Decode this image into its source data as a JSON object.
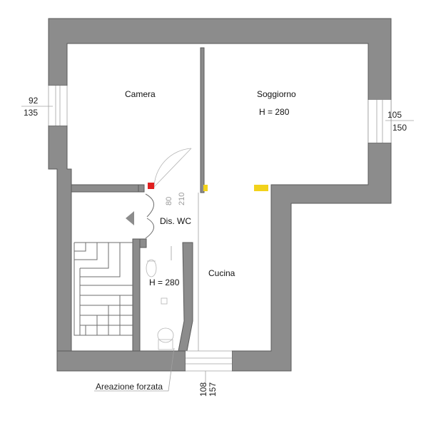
{
  "rooms": {
    "camera": "Camera",
    "soggiorno": "Soggiorno",
    "soggiorno_height": "H = 280",
    "dis_wc": "Dis. WC",
    "wc_height": "H = 280",
    "cucina": "Cucina"
  },
  "windows": {
    "left_width": "92",
    "left_height": "135",
    "right_width": "105",
    "right_height": "150",
    "bottom_width": "108",
    "bottom_height": "157"
  },
  "door": {
    "width": "80",
    "height": "210"
  },
  "notes": {
    "ventilation": "Areazione forzata"
  },
  "colors": {
    "wall": "#8c8c8c",
    "marker_red": "#e02020",
    "marker_yellow": "#f2d21b"
  }
}
